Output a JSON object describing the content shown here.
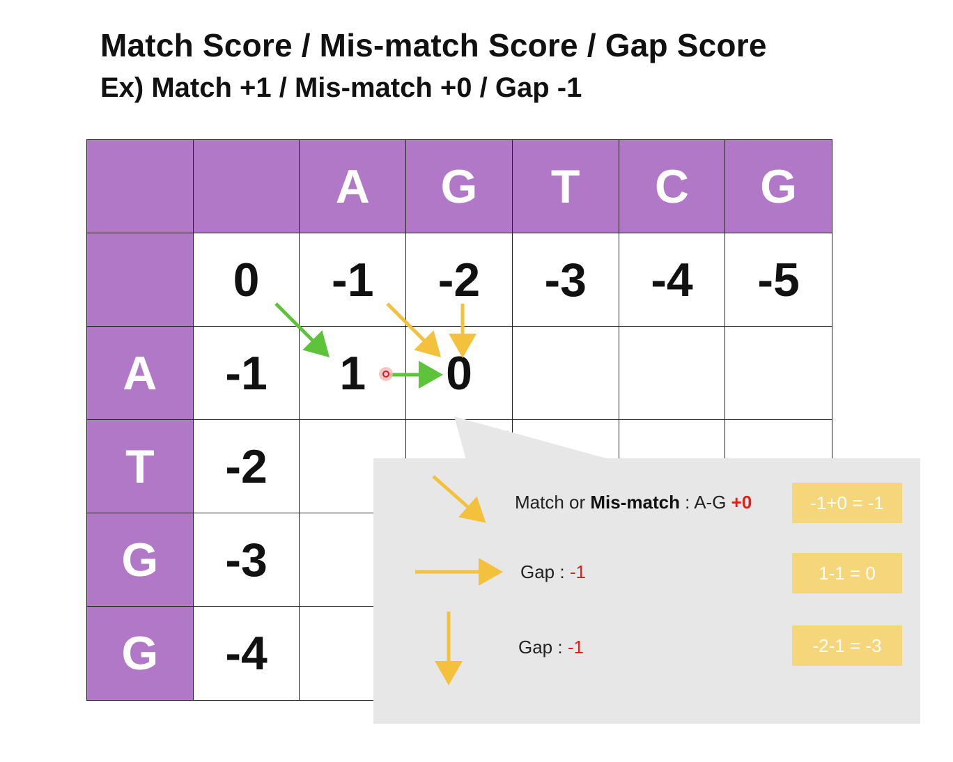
{
  "title": "Match Score / Mis-match Score / Gap Score",
  "subtitle": "Ex) Match +1 / Mis-match +0 / Gap -1",
  "matrix": {
    "rows": [
      [
        "",
        "",
        "A",
        "G",
        "T",
        "C",
        "G"
      ],
      [
        "",
        "0",
        "-1",
        "-2",
        "-3",
        "-4",
        "-5"
      ],
      [
        "A",
        "-1",
        "1",
        "0",
        "",
        "",
        ""
      ],
      [
        "T",
        "-2",
        "",
        "",
        "",
        "",
        ""
      ],
      [
        "G",
        "-3",
        "",
        "",
        "",
        "",
        ""
      ],
      [
        "G",
        "-4",
        "",
        "",
        "",
        "",
        ""
      ]
    ]
  },
  "legend": {
    "diag": {
      "prefix": "Match or ",
      "bold": "Mis-match",
      "middle": " : A-G ",
      "score": "+0",
      "calc": "-1+0 = -1"
    },
    "right": {
      "prefix": "Gap : ",
      "score": "-1",
      "calc": "1-1 = 0"
    },
    "down": {
      "prefix": "Gap : ",
      "score": "-1",
      "calc": "-2-1 = -3"
    }
  },
  "colors": {
    "header_purple": "#b078c6",
    "arrow_green": "#5cc33b",
    "arrow_yellow": "#f3c13b",
    "callout_bg": "#e7e7e7",
    "calc_bg": "#f6d67a",
    "score_red": "#e0201a"
  },
  "icons": [
    "arrow-diagonal-icon",
    "arrow-right-icon",
    "arrow-down-icon",
    "cursor-dot-icon"
  ]
}
